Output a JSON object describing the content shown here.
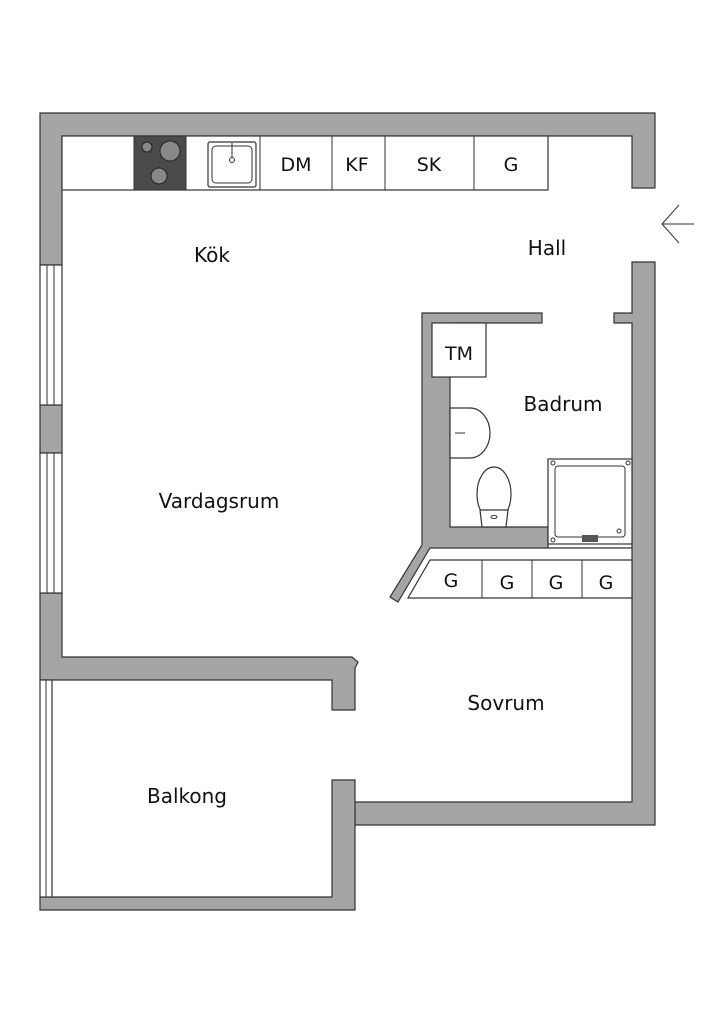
{
  "rooms": {
    "kitchen": "Kök",
    "hall": "Hall",
    "living": "Vardagsrum",
    "bathroom": "Badrum",
    "bedroom": "Sovrum",
    "balcony": "Balkong"
  },
  "kitchen_units": [
    "DM",
    "KF",
    "SK",
    "G"
  ],
  "bathroom_units": {
    "washer": "TM"
  },
  "closets": [
    "G",
    "G",
    "G",
    "G"
  ],
  "colors": {
    "wall": "#a5a5a5",
    "stove": "#4a4a4a"
  }
}
